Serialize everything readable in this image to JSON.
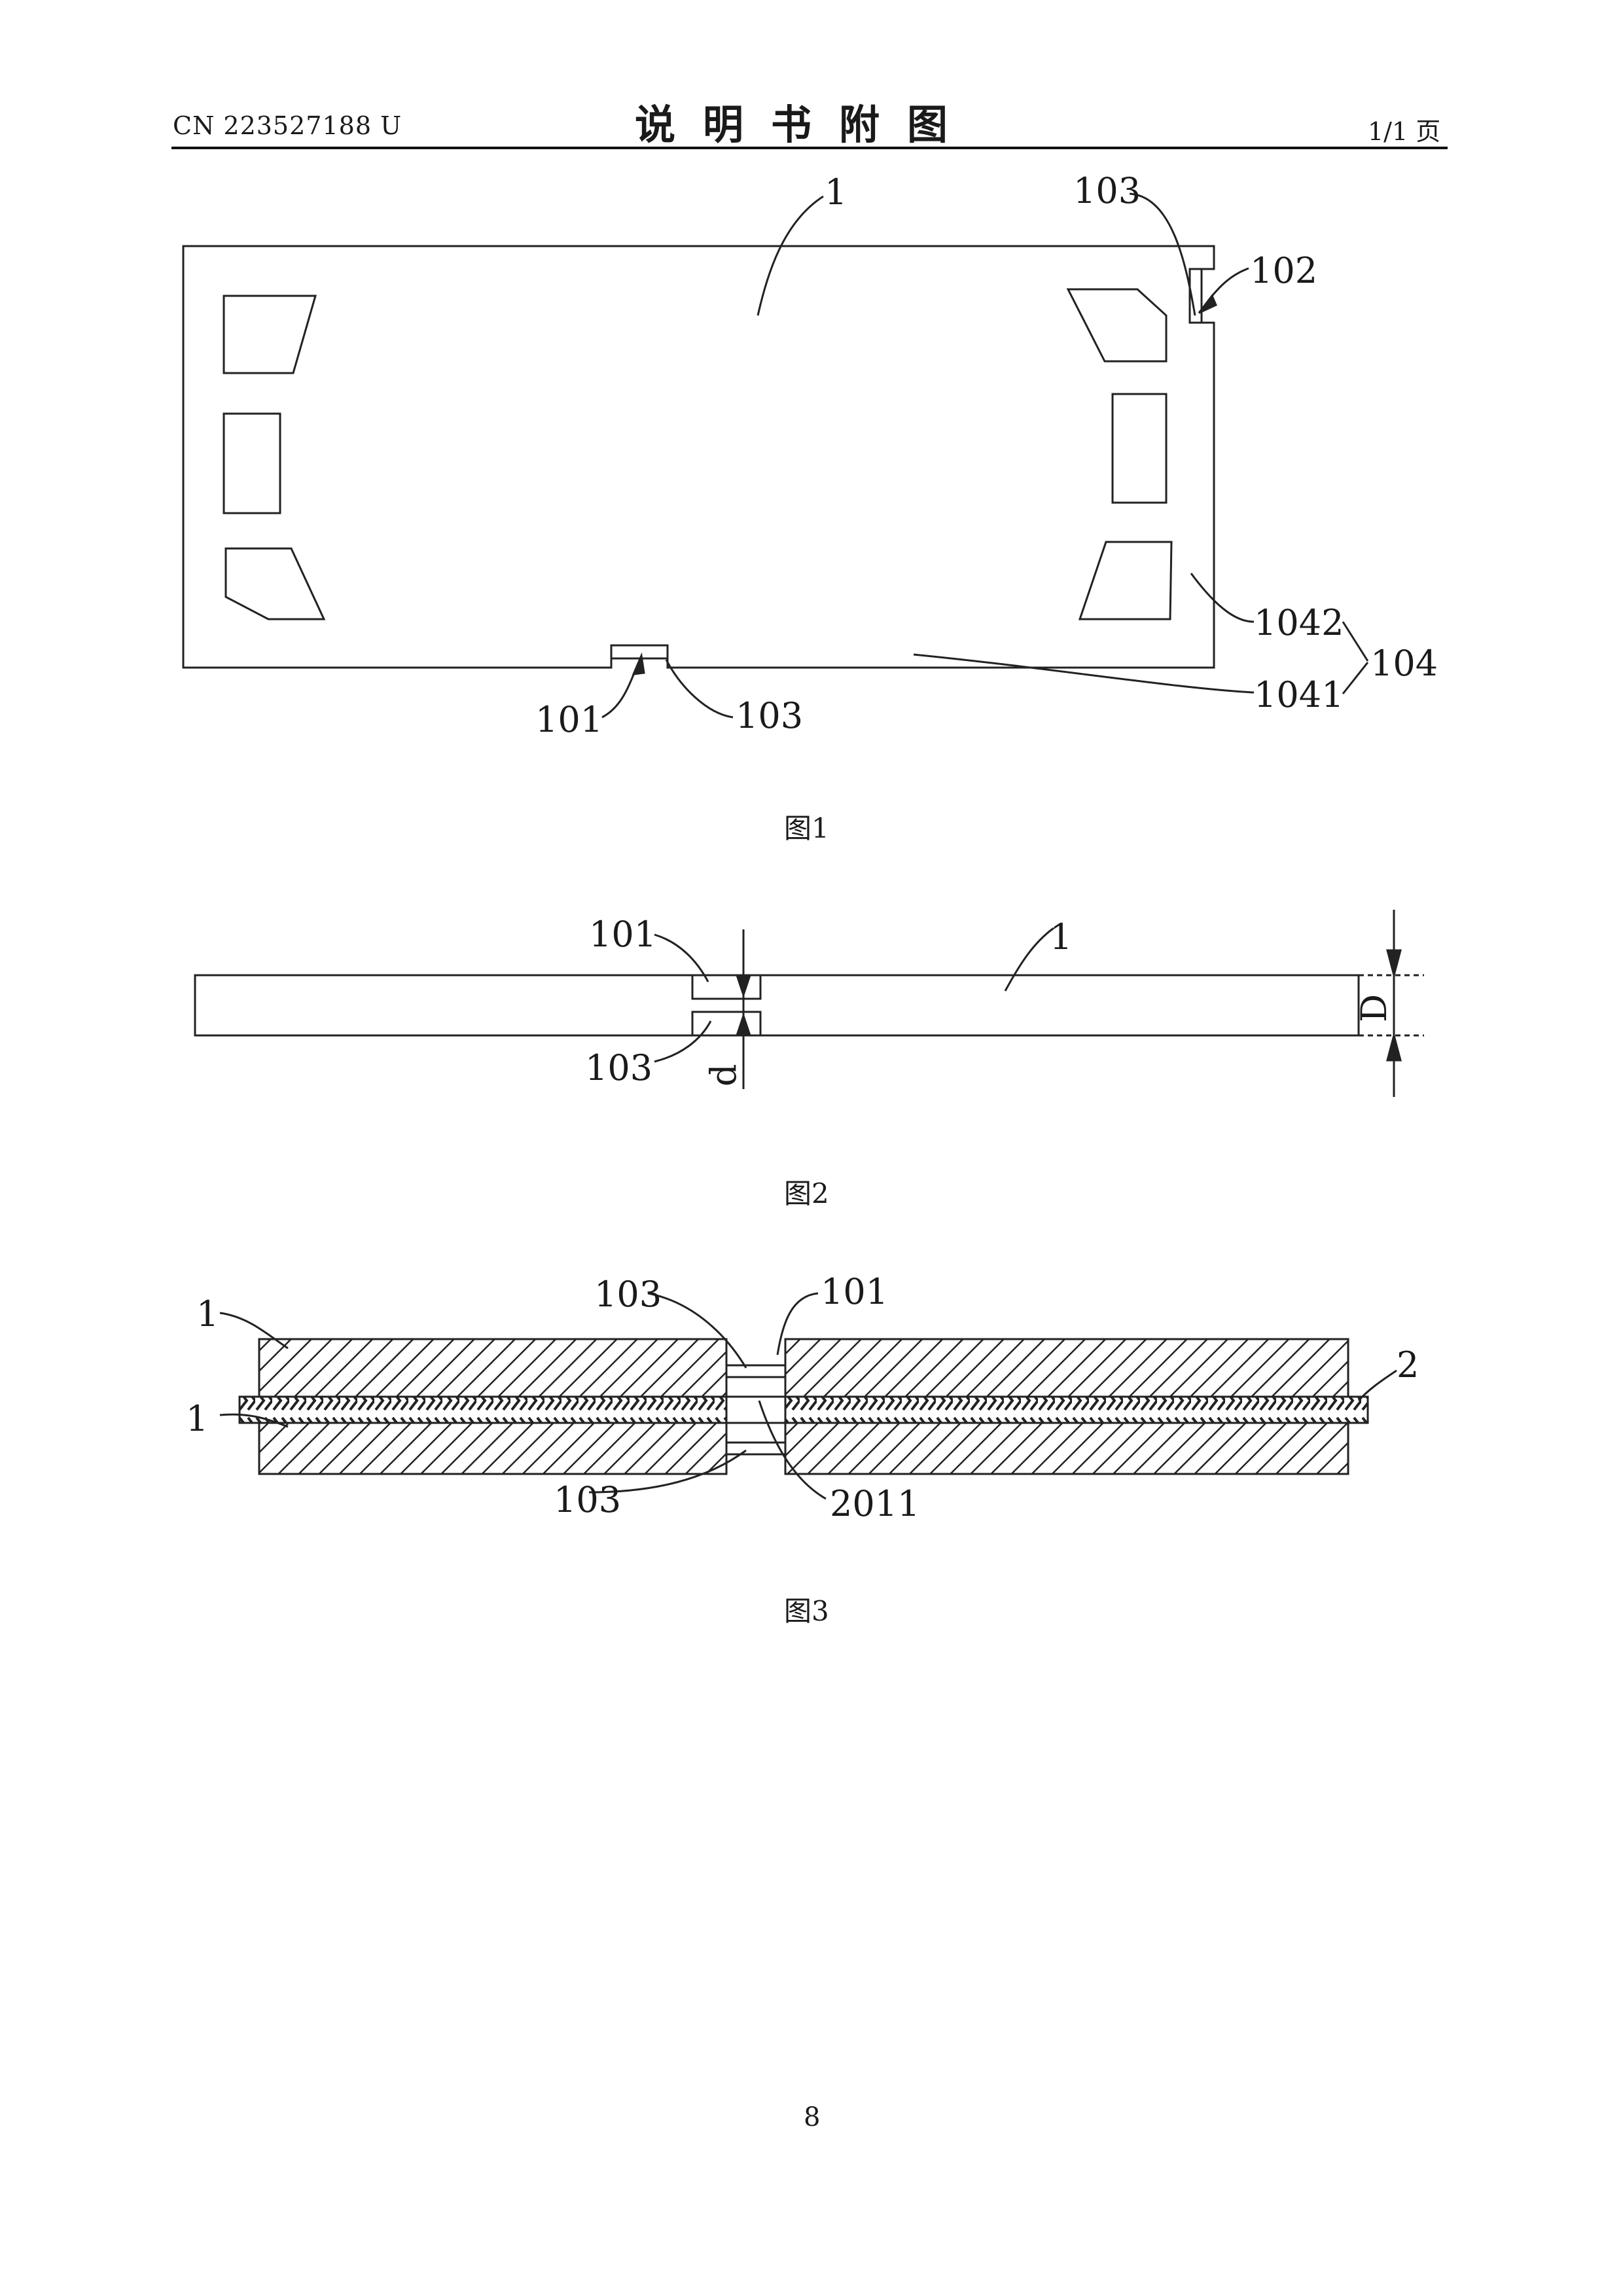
{
  "header": {
    "doc_number": "CN 223527188 U",
    "title": "说明书附图",
    "page_of": "1/1 页"
  },
  "figures": [
    {
      "caption": "图1",
      "labels": {
        "top_part": "1",
        "top_right_103": "103",
        "top_right_102": "102",
        "label_1042": "1042",
        "label_104": "104",
        "label_1041": "1041",
        "bottom_101": "101",
        "bottom_103": "103"
      }
    },
    {
      "caption": "图2",
      "labels": {
        "label_101": "101",
        "label_1": "1",
        "label_103": "103",
        "dim_d": "d",
        "dim_D": "D"
      }
    },
    {
      "caption": "图3",
      "labels": {
        "label_1_top": "1",
        "label_1_mid": "1",
        "label_103_top": "103",
        "label_101": "101",
        "label_2": "2",
        "label_103_bottom": "103",
        "label_2011": "2011"
      }
    }
  ],
  "page_number": "8"
}
